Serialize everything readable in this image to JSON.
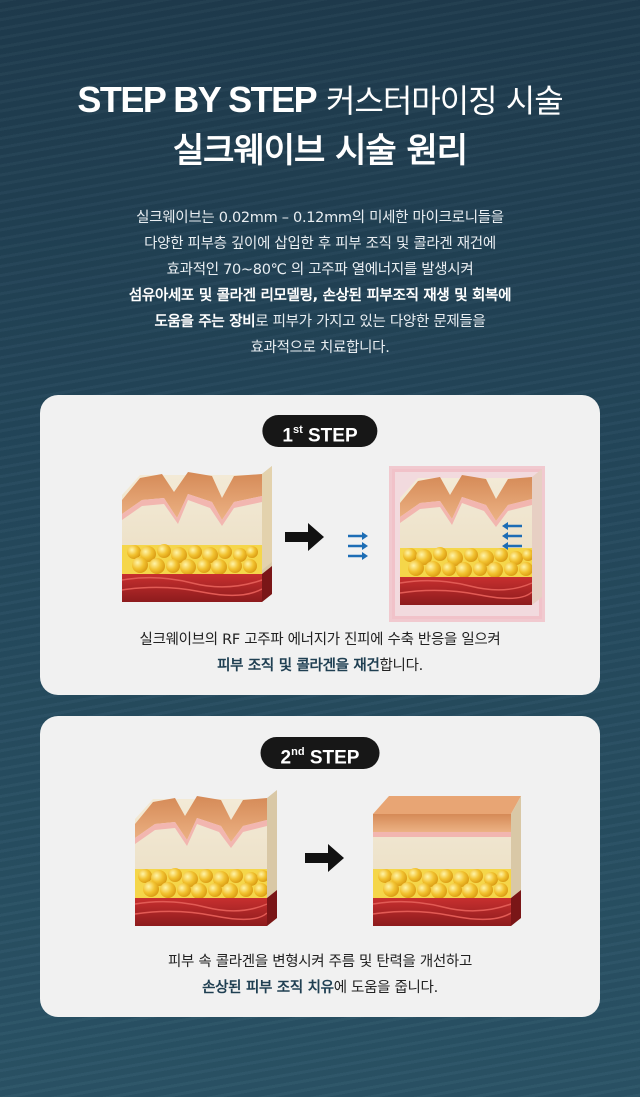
{
  "hero": {
    "title_en": "STEP BY STEP",
    "title_ko": "커스터마이징 시술",
    "subtitle": "실크웨이브 시술 원리"
  },
  "description": {
    "line1": "실크웨이브는 0.02mm – 0.12mm의 미세한 마이크로니들을",
    "line2": "다양한 피부층 깊이에 삽입한 후 피부 조직 및 콜라겐 재건에",
    "line3": "효과적인 70~80℃ 의 고주파 열에너지를 발생시켜",
    "line4_strong": "섬유아세포 및 콜라겐 리모델링, 손상된 피부조직 재생 및 회복에",
    "line5_strong": "도움을 주는 장비",
    "line5_rest": "로 피부가 가지고 있는 다양한 문제들을",
    "line6": "효과적으로 치료합니다."
  },
  "steps": [
    {
      "num": "1",
      "sup": "st",
      "label": "STEP",
      "caption_line1": "실크웨이브의 RF 고주파 에너지가 진피에 수축 반응을 일으켜",
      "caption_strong": "피부 조직 및 콜라겐을 재건",
      "caption_rest": "합니다."
    },
    {
      "num": "2",
      "sup": "nd",
      "label": "STEP",
      "caption_line1": "피부 속 콜라겐을 변형시켜 주름 및 탄력을 개선하고",
      "caption_strong": "손상된 피부 조직 치유",
      "caption_rest": "에 도움을 줍니다."
    }
  ],
  "colors": {
    "background": "#24485c",
    "card": "#f1f1f1",
    "pill": "#171717",
    "accent_text": "#1f3f52",
    "fat": "#f2c230",
    "muscle": "#b8282a",
    "skin": "#e7a777",
    "arrow_blue": "#1d6db5"
  },
  "icons": [
    "skin-cross-section-icon",
    "right-arrow-icon",
    "compression-arrows-icon"
  ]
}
